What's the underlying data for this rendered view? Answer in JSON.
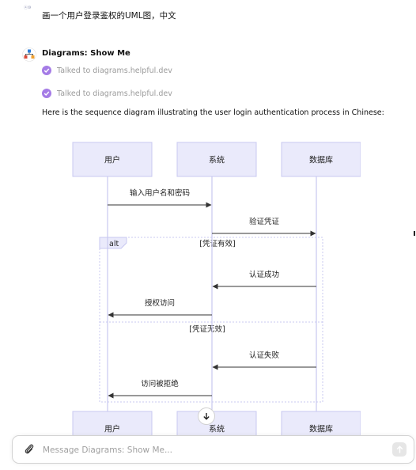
{
  "user_message": {
    "avatar_text": "ⓐ⑩",
    "text": "画一个用户登录鉴权的UML图，中文"
  },
  "assistant": {
    "name": "Diagrams: Show Me"
  },
  "tool_calls": [
    {
      "label": "Talked to diagrams.helpful.dev"
    },
    {
      "label": "Talked to diagrams.helpful.dev"
    }
  ],
  "description": "Here is the sequence diagram illustrating the user login authentication process in Chinese:",
  "diagram": {
    "participants": [
      "用户",
      "系统",
      "数据库"
    ],
    "fragment": {
      "keyword": "alt",
      "guards": [
        "[凭证有效]",
        "[凭证无效]"
      ]
    },
    "messages": [
      {
        "from": 0,
        "to": 1,
        "label": "输入用户名和密码"
      },
      {
        "from": 1,
        "to": 2,
        "label": "验证凭证"
      },
      {
        "from": 2,
        "to": 1,
        "label": "认证成功"
      },
      {
        "from": 1,
        "to": 0,
        "label": "授权访问"
      },
      {
        "from": 2,
        "to": 1,
        "label": "认证失败"
      },
      {
        "from": 1,
        "to": 0,
        "label": "访问被拒绝"
      }
    ]
  },
  "composer": {
    "placeholder": "Message Diagrams: Show Me..."
  },
  "colors": {
    "accent": "#a57ce6",
    "participant_fill": "#eaeafb",
    "participant_stroke": "#c8c8f0"
  }
}
